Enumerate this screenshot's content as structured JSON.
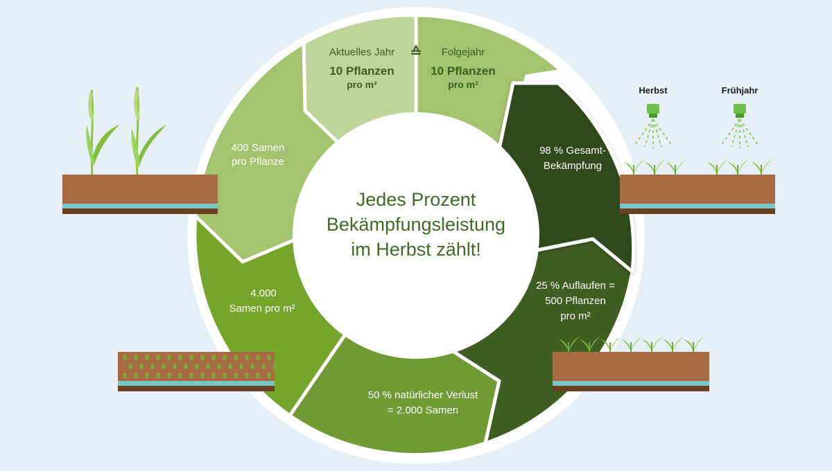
{
  "center": {
    "line1": "Jedes Prozent",
    "line2": "Bekämpfungsleistung",
    "line3": "im Herbst zählt!"
  },
  "top": {
    "current_label": "Aktuelles Jahr",
    "equals_symbol": "≙",
    "next_label": "Folgejahr",
    "current_value": "10 Pflanzen",
    "current_unit": "pro m²",
    "next_value": "10 Pflanzen",
    "next_unit": "pro m²"
  },
  "segments": {
    "seeds_per_plant": [
      "400 Samen",
      "pro Pflanze"
    ],
    "seeds_per_m2": [
      "4.000",
      "Samen pro m²"
    ],
    "natural_loss": [
      "50 % natürlicher Verlust",
      "= 2.000 Samen"
    ],
    "emergence": [
      "25 % Auflaufen =",
      "500 Pflanzen",
      "pro m²"
    ],
    "control": [
      "98 % Gesamt-",
      "Bekämpfung"
    ]
  },
  "spray": {
    "autumn": "Herbst",
    "spring": "Frühjahr"
  },
  "colors": {
    "background": "#e6eef6",
    "ring_light": "#bcd59a",
    "ring_mid": "#a3c46e",
    "ring_green": "#76a52c",
    "ring_olive": "#6f9a34",
    "ring_dark": "#3f5e22",
    "ring_darkest": "#2f4a1a",
    "soil": "#a86a42",
    "water": "#79c7c4",
    "nozzle": "#6cc04a"
  }
}
